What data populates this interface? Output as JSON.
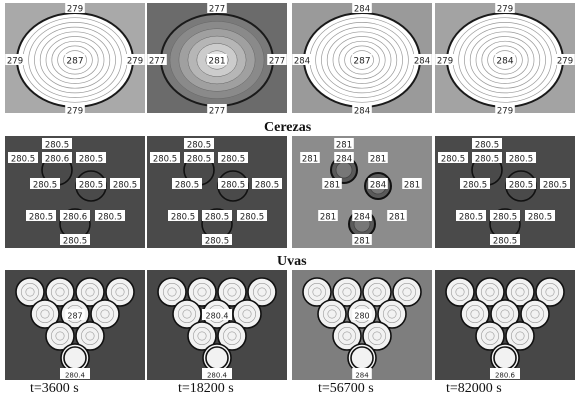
{
  "figure": {
    "row_titles": [
      "Cerezas",
      "Uvas"
    ],
    "time_labels": [
      "t=3600 s",
      "t=18200 s",
      "t=56700 s",
      "t=82000 s"
    ],
    "big_panels": [
      {
        "top": "279",
        "bottom": "279",
        "left": "279",
        "right": "279",
        "center": "287",
        "bg": "#a9a9a9"
      },
      {
        "top": "277",
        "bottom": "277",
        "left": "277",
        "right": "277",
        "center": "281",
        "bg": "#6b6b6b"
      },
      {
        "top": "284",
        "bottom": "284",
        "left": "284",
        "right": "284",
        "center": "287",
        "bg": "#9a9a9a"
      },
      {
        "top": "279",
        "bottom": "279",
        "left": "279",
        "right": "279",
        "center": "284",
        "bg": "#a3a3a3"
      }
    ],
    "cherry_panels": [
      {
        "bg": "#4a4a4a",
        "label": "280.5",
        "labels_extra": [
          "280.6",
          "280.5",
          "280.6"
        ]
      },
      {
        "bg": "#4a4a4a",
        "label": "280.5",
        "labels_extra": [
          "280.5",
          "280.5",
          "280.5"
        ]
      },
      {
        "bg": "#8c8c8c",
        "label": "281",
        "labels_extra": [
          "284",
          "284",
          "284"
        ]
      },
      {
        "bg": "#4a4a4a",
        "label": "280.5",
        "labels_extra": [
          "280.5",
          "280.5",
          "280.5"
        ]
      }
    ],
    "grape_panels": [
      {
        "bg": "#474747",
        "center": "287",
        "bottom": "280.4"
      },
      {
        "bg": "#474747",
        "center": "280.4",
        "bottom": "280.4"
      },
      {
        "bg": "#7e7e7e",
        "center": "280",
        "bottom": "284"
      },
      {
        "bg": "#474747",
        "center": "",
        "bottom": "280.6"
      }
    ]
  }
}
